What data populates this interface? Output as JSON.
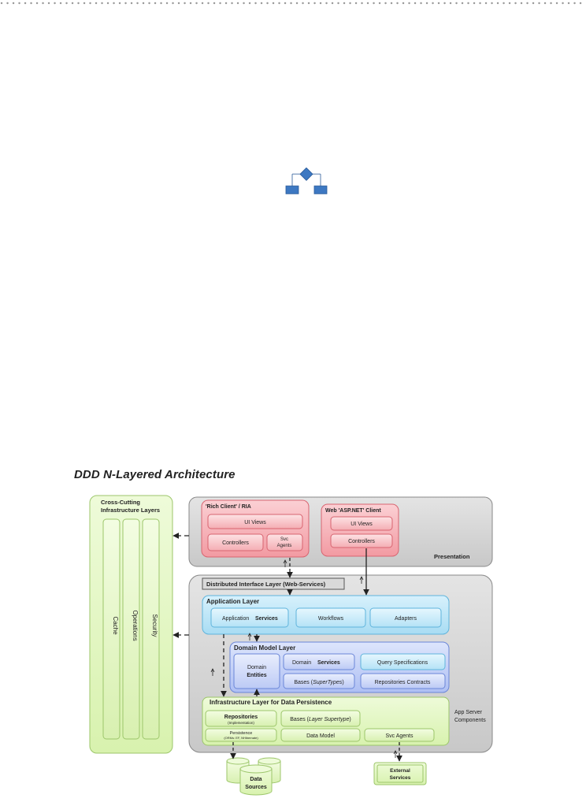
{
  "title": "DDD N-Layered Architecture",
  "cross_cutting": {
    "title_line1": "Cross-Cutting",
    "title_line2": "Infrastructure Layers",
    "columns": [
      "Cache",
      "Operations",
      "Security"
    ]
  },
  "presentation": {
    "label": "Presentation",
    "rich_client": {
      "title": "'Rich Client' / RIA",
      "ui_views": "UI Views",
      "controllers": "Controllers",
      "svc_agents_line1": "Svc",
      "svc_agents_line2": "Agents"
    },
    "web_client": {
      "title": "Web 'ASP.NET' Client",
      "ui_views": "UI Views",
      "controllers": "Controllers"
    }
  },
  "distributed_interface": "Distributed Interface Layer (Web-Services)",
  "app_server_line1": "App Server",
  "app_server_line2": "Components",
  "application_layer": {
    "title": "Application Layer",
    "app_services_prefix": "Application",
    "app_services_bold": "Services",
    "workflows": "Workflows",
    "adapters": "Adapters"
  },
  "domain_layer": {
    "title": "Domain Model Layer",
    "entities_line1": "Domain",
    "entities_line2": "Entities",
    "domain_services_prefix": "Domain",
    "domain_services_bold": "Services",
    "bases_prefix": "Bases (",
    "bases_italic": "SuperTypes",
    "bases_suffix": ")",
    "query_specs": "Query Specifications",
    "repo_contracts": "Repositories Contracts"
  },
  "infrastructure_layer": {
    "title": "Infrastructure Layer for Data Persistence",
    "repositories": "Repositories",
    "repositories_sub": "(Implementation)",
    "bases_prefix": "Bases (",
    "bases_italic": "Layer Supertype",
    "bases_suffix": ")",
    "persistence": "Persistence",
    "persistence_sub": "(ORMs: EF, NHibernate)",
    "data_model": "Data Model",
    "svc_agents": "Svc Agents"
  },
  "data_sources_line1": "Data",
  "data_sources_line2": "Sources",
  "external_services_line1": "External",
  "external_services_line2": "Services",
  "colors": {
    "green_fill": "#e4f7c4",
    "green_stroke": "#9cc66a",
    "red_fill": "#f4b4b8",
    "red_stroke": "#d86470",
    "blue_fill": "#bfe6f7",
    "blue_stroke": "#5fb4dc",
    "purple_fill": "#c6d2f8",
    "purple_stroke": "#6a86d8",
    "gray_fill": "#d6d6d6",
    "icon_blue": "#3d78c2"
  }
}
